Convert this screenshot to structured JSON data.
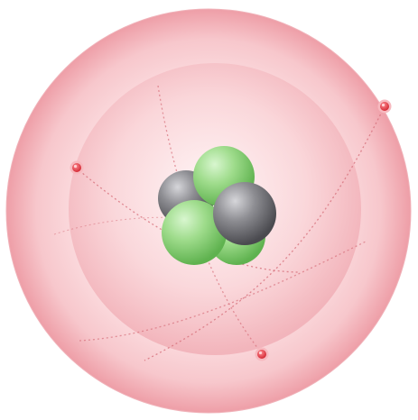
{
  "diagram": {
    "subject": "atom model",
    "particle_counts": {
      "protons": 3,
      "neutrons": 2,
      "electrons": 3
    },
    "colors": {
      "outer_shell": "#f6c9ce",
      "outer_shell_edge": "#e99aa4",
      "inner_shell": "#f2b2ba",
      "orbit_line": "#d7707c",
      "electron": "#e23b45",
      "electron_ring": "#f7b9bf",
      "proton_green": "#8bd37a",
      "neutron_gray": "#7f7f84",
      "background": "#ffffff"
    }
  }
}
